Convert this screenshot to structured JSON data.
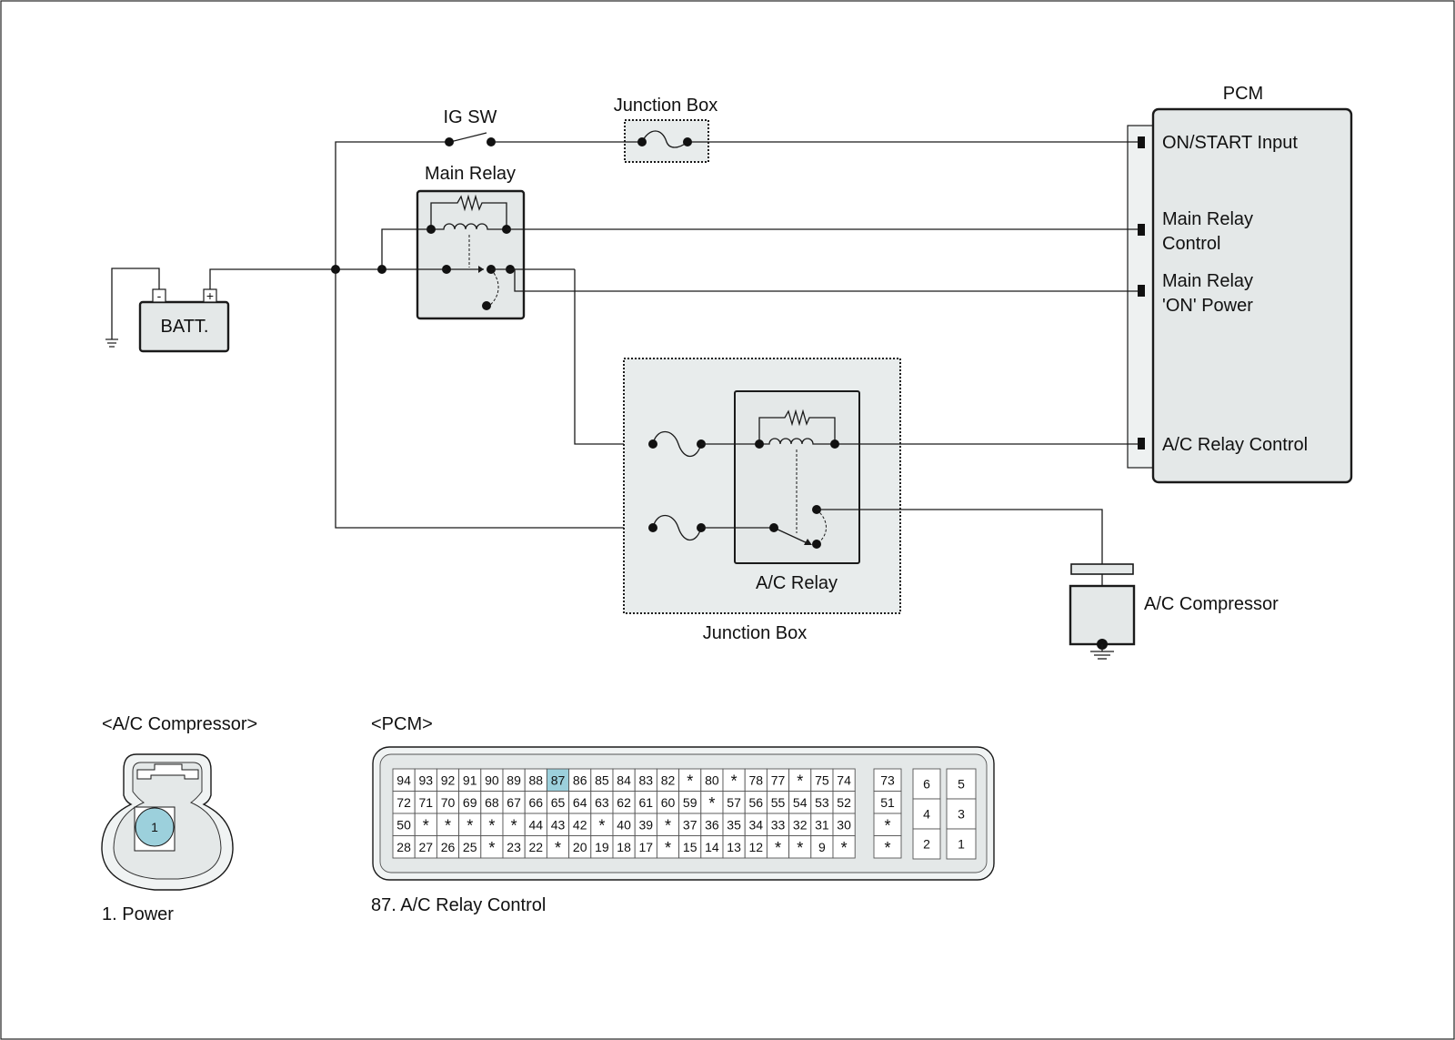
{
  "labels": {
    "ig_sw": "IG SW",
    "junction_box_top": "Junction Box",
    "main_relay": "Main Relay",
    "batt": "BATT.",
    "batt_minus": "-",
    "batt_plus": "+",
    "pcm": "PCM",
    "pcm_on_start": "ON/START Input",
    "pcm_main_relay_control_1": "Main Relay",
    "pcm_main_relay_control_2": "Control",
    "pcm_main_relay_on_power_1": "Main Relay",
    "pcm_main_relay_on_power_2": "'ON' Power",
    "pcm_ac_relay_control": "A/C Relay Control",
    "ac_relay": "A/C Relay",
    "junction_box_bottom": "Junction Box",
    "ac_compressor": "A/C Compressor"
  },
  "connectors": {
    "ac_compressor": {
      "title": "<A/C Compressor>",
      "pin": "1",
      "legend": "1. Power"
    },
    "pcm": {
      "title": "<PCM>",
      "highlight": "87",
      "legend": "87. A/C Relay Control",
      "rows": [
        [
          "94",
          "93",
          "92",
          "91",
          "90",
          "89",
          "88",
          "87",
          "86",
          "85",
          "84",
          "83",
          "82",
          "*",
          "80",
          "*",
          "78",
          "77",
          "*",
          "75",
          "74"
        ],
        [
          "72",
          "71",
          "70",
          "69",
          "68",
          "67",
          "66",
          "65",
          "64",
          "63",
          "62",
          "61",
          "60",
          "59",
          "*",
          "57",
          "56",
          "55",
          "54",
          "53",
          "52"
        ],
        [
          "50",
          "*",
          "*",
          "*",
          "*",
          "*",
          "44",
          "43",
          "42",
          "*",
          "40",
          "39",
          "*",
          "37",
          "36",
          "35",
          "34",
          "33",
          "32",
          "31",
          "30"
        ],
        [
          "28",
          "27",
          "26",
          "25",
          "*",
          "23",
          "22",
          "*",
          "20",
          "19",
          "18",
          "17",
          "*",
          "15",
          "14",
          "13",
          "12",
          "*",
          "*",
          "9",
          "*"
        ]
      ],
      "side_column": [
        "73",
        "51",
        "*",
        "*"
      ],
      "small_block_left": [
        "6",
        "4",
        "2"
      ],
      "small_block_right": [
        "5",
        "3",
        "1"
      ]
    }
  },
  "colors": {
    "component_fill": "#e4e8e8",
    "pin_highlight": "#9cd0dc",
    "line": "#1a1a1a"
  }
}
